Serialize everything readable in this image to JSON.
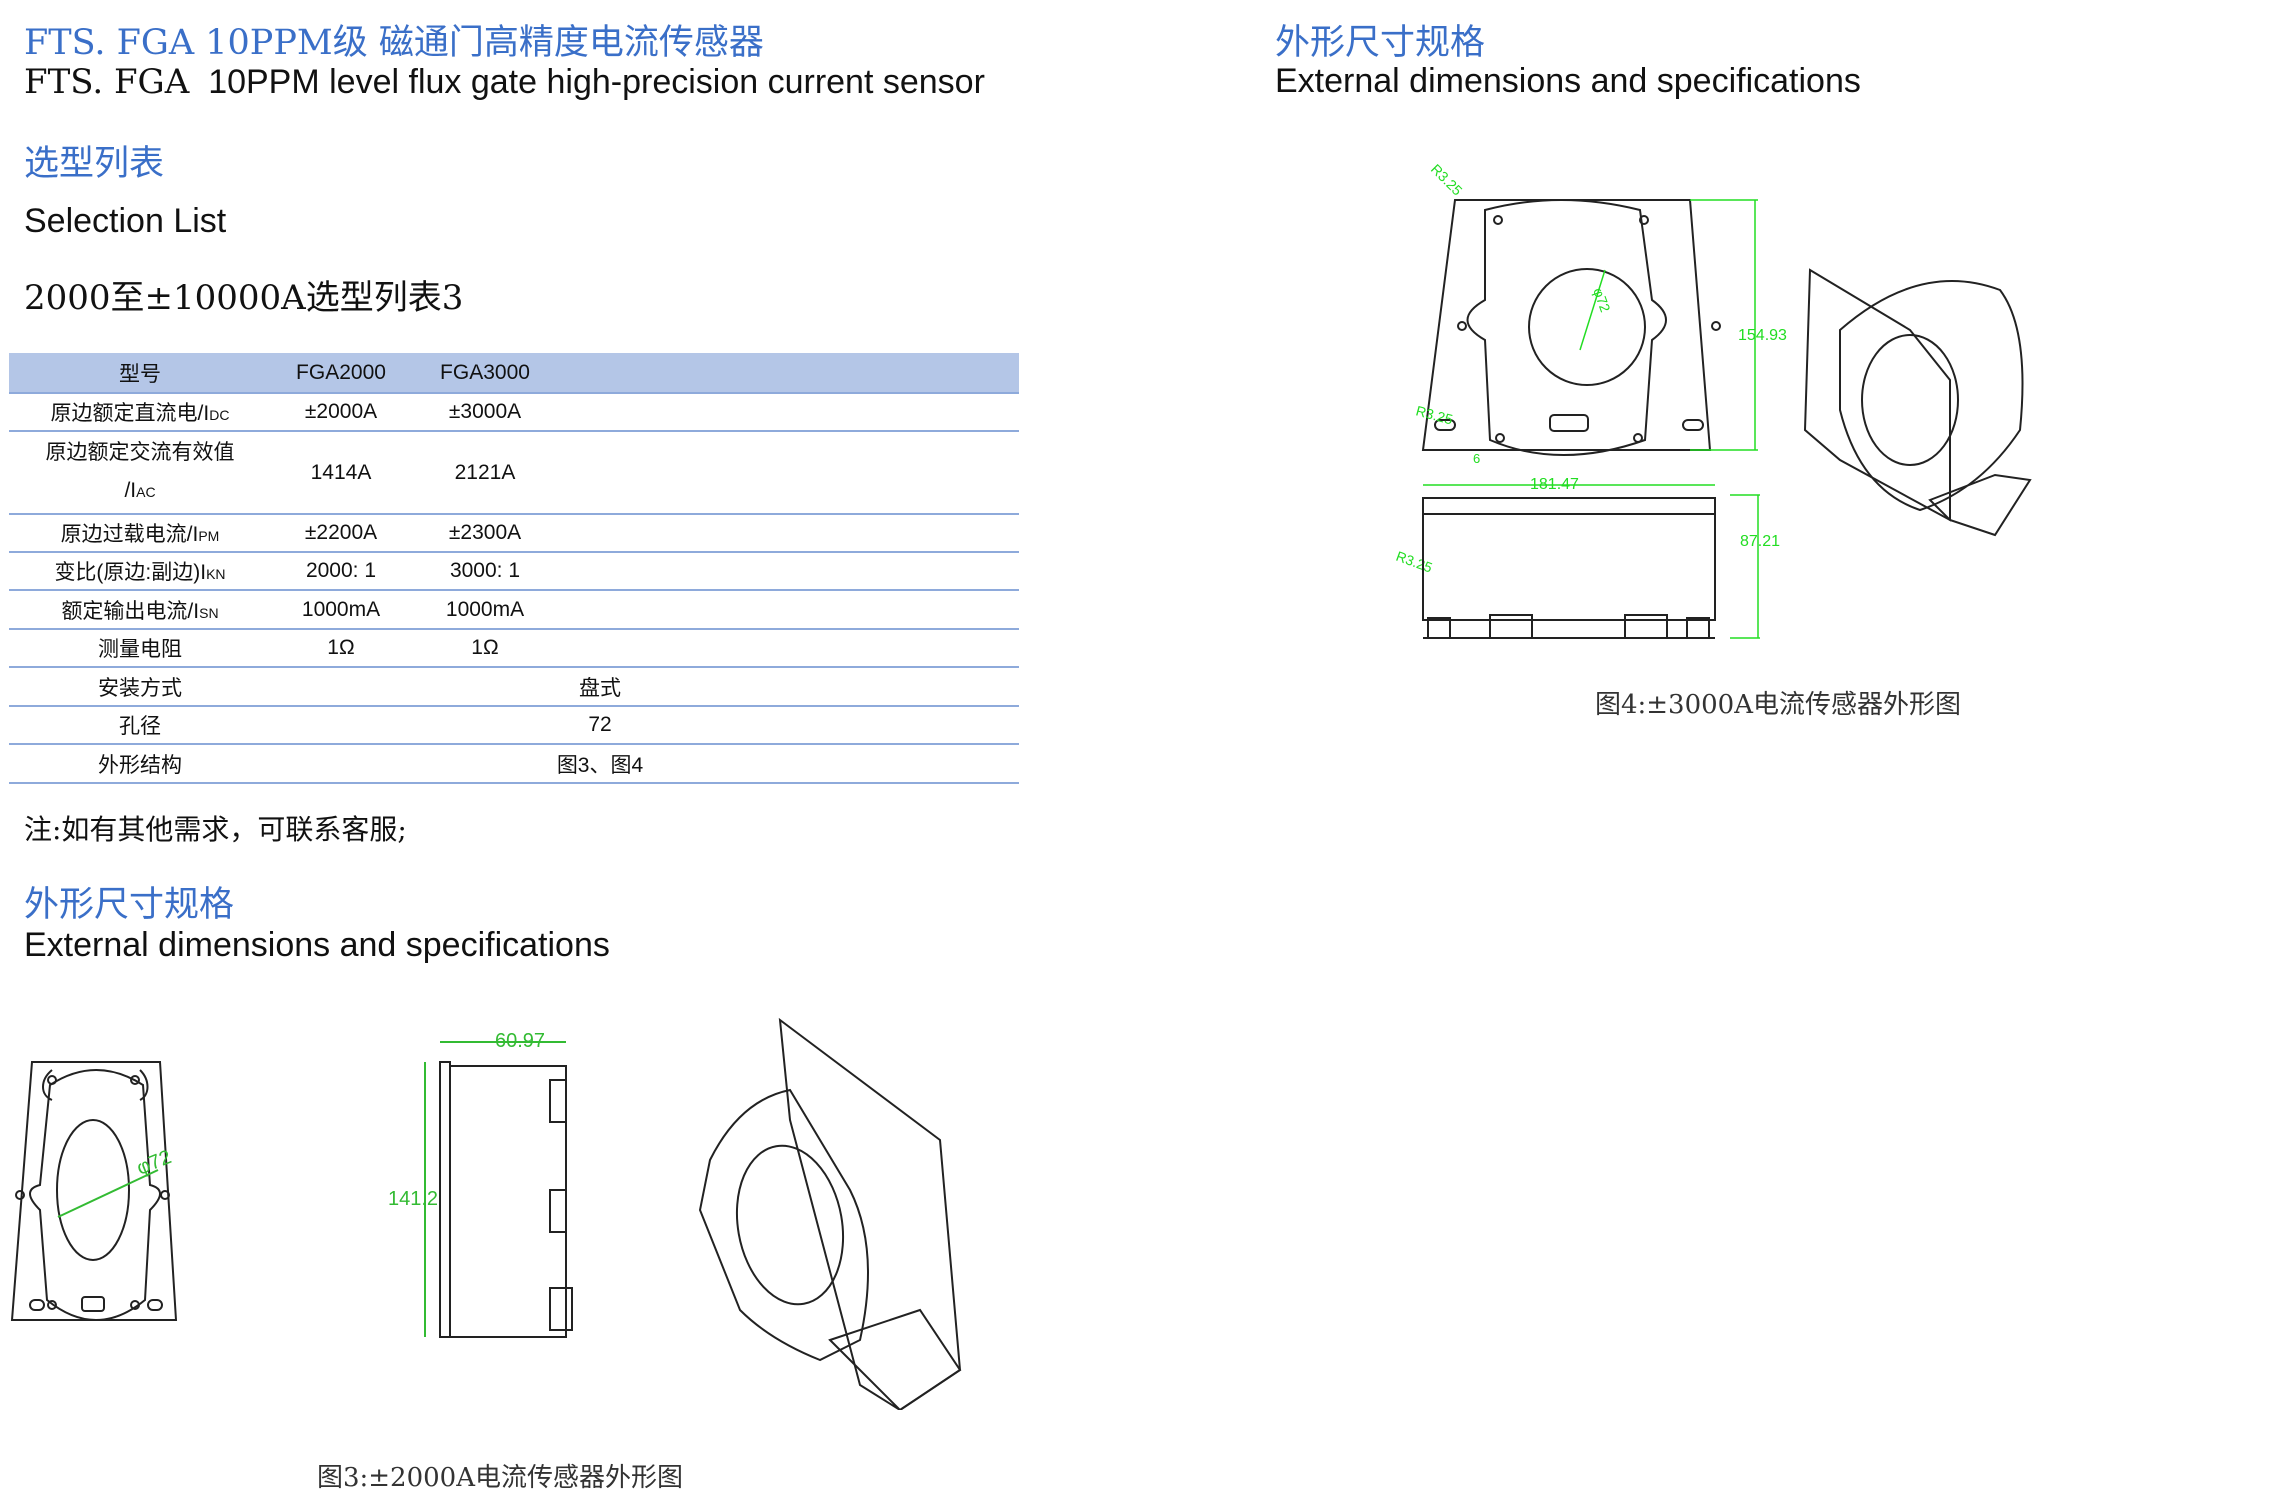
{
  "left": {
    "title_cn": "FTS. FGA  10PPM级 磁通门高精度电流传感器",
    "title_en_prefix": "FTS. FGA",
    "title_en": "10PPM level flux gate high-precision current sensor",
    "section_cn": "选型列表",
    "section_en": "Selection List",
    "table_title": "2000至±10000A选型列表3",
    "table": {
      "headers": [
        "型号",
        "FGA2000",
        "FGA3000"
      ],
      "rows": [
        {
          "label": "原边额定直流电/I",
          "sub": "DC",
          "v1": "±2000A",
          "v2": "±3000A"
        },
        {
          "label": "原边额定交流有效值",
          "label2": "/I",
          "sub": "AC",
          "v1": "1414A",
          "v2": "2121A"
        },
        {
          "label": "原边过载电流/I",
          "sub": "PM",
          "v1": "±2200A",
          "v2": "±2300A"
        },
        {
          "label": "变比(原边:副边)I",
          "sub": "KN",
          "v1": "2000: 1",
          "v2": "3000: 1"
        },
        {
          "label": "额定输出电流/I",
          "sub": "SN",
          "v1": "1000mA",
          "v2": "1000mA"
        },
        {
          "label": "测量电阻",
          "v1": "1Ω",
          "v2": "1Ω"
        },
        {
          "label": "安装方式",
          "merged": "盘式"
        },
        {
          "label": "孔径",
          "merged": "72"
        },
        {
          "label": "外形结构",
          "merged": "图3、图4"
        }
      ]
    },
    "note": "注:如有其他需求，可联系客服;",
    "dims_cn": "外形尺寸规格",
    "dims_en": "External dimensions and specifications",
    "fig3": {
      "dia": "φ72",
      "width": "60.97",
      "height": "141.2",
      "caption": "图3:±2000A电流传感器外形图"
    }
  },
  "right": {
    "dims_cn": "外形尺寸规格",
    "dims_en": "External dimensions and specifications",
    "fig4": {
      "r1": "R3.25",
      "r2": "R3.25",
      "r3": "R3.25",
      "six": "6",
      "dia": "φ72",
      "height": "154.93",
      "width": "181.47",
      "depth": "87.21",
      "caption": "图4:±3000A电流传感器外形图"
    }
  },
  "colors": {
    "heading": "#3a6fc8",
    "table_header": "#b4c6e7",
    "rule": "#8eaadb",
    "dimension": "#22dd22"
  }
}
